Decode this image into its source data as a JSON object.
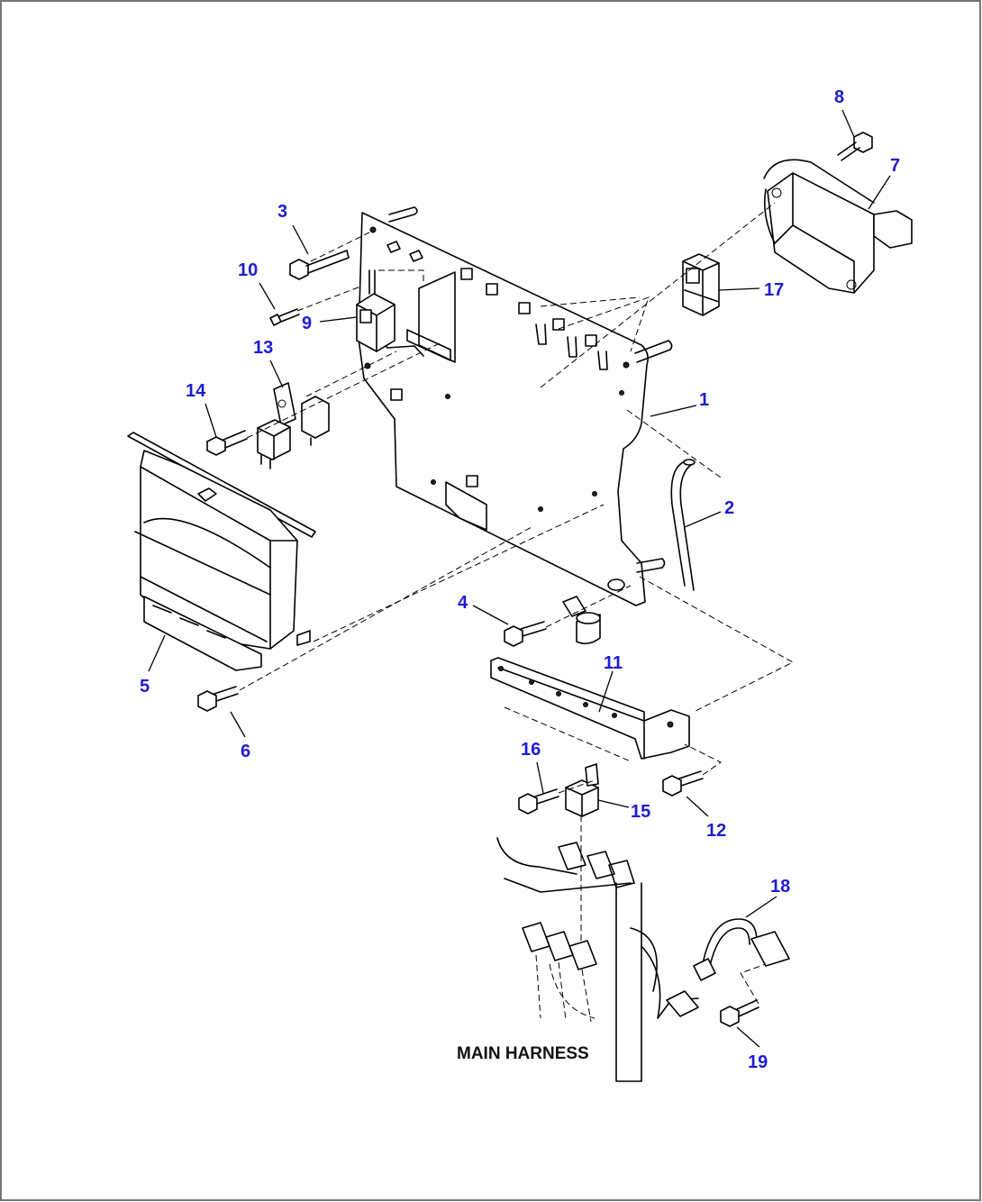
{
  "diagram": {
    "callouts": [
      {
        "id": "c1",
        "label": "1"
      },
      {
        "id": "c2",
        "label": "2"
      },
      {
        "id": "c3",
        "label": "3"
      },
      {
        "id": "c4",
        "label": "4"
      },
      {
        "id": "c5",
        "label": "5"
      },
      {
        "id": "c6",
        "label": "6"
      },
      {
        "id": "c7",
        "label": "7"
      },
      {
        "id": "c8",
        "label": "8"
      },
      {
        "id": "c9",
        "label": "9"
      },
      {
        "id": "c10",
        "label": "10"
      },
      {
        "id": "c11",
        "label": "11"
      },
      {
        "id": "c12",
        "label": "12"
      },
      {
        "id": "c13",
        "label": "13"
      },
      {
        "id": "c14",
        "label": "14"
      },
      {
        "id": "c15",
        "label": "15"
      },
      {
        "id": "c16",
        "label": "16"
      },
      {
        "id": "c17",
        "label": "17"
      },
      {
        "id": "c18",
        "label": "18"
      },
      {
        "id": "c19",
        "label": "19"
      }
    ],
    "caption": "MAIN HARNESS",
    "colors": {
      "callout": "#1c1cd6",
      "line": "#000000",
      "background": "#ffffff"
    }
  }
}
